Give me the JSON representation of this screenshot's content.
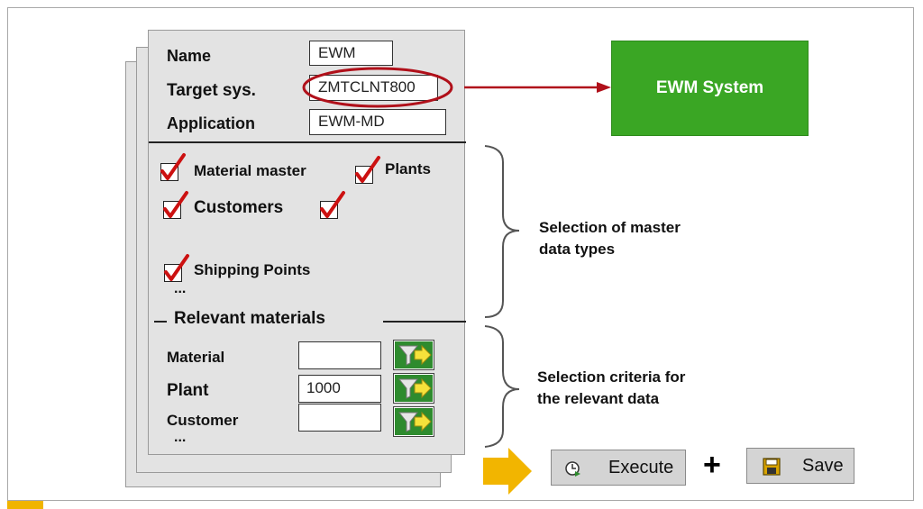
{
  "header": {
    "name_label": "Name",
    "name_value": "EWM",
    "target_label": "Target sys.",
    "target_value": "ZMTCLNT800",
    "application_label": "Application",
    "application_value": "EWM-MD"
  },
  "types": {
    "material_master": "Material master",
    "plants": "Plants",
    "customers": "Customers",
    "shipping_points": "Shipping Points",
    "more": "..."
  },
  "relevant": {
    "title": "Relevant materials",
    "material_label": "Material",
    "material_value": "",
    "plant_label": "Plant",
    "plant_value": "1000",
    "customer_label": "Customer",
    "customer_value": "",
    "more": "..."
  },
  "target_system": {
    "label": "EWM System",
    "color": "#3aa624"
  },
  "annotations": {
    "master_line1": "Selection of master",
    "master_line2": "data types",
    "criteria_line1": "Selection criteria for",
    "criteria_line2": "the relevant data"
  },
  "actions": {
    "execute_label": "Execute",
    "plus": "+",
    "save_label": "Save"
  },
  "colors": {
    "highlight_oval": "#b0101a",
    "arrow": "#b0101a",
    "checkmark": "#cc1111",
    "go_arrow": "#f2b500"
  },
  "icons": [
    "checkmark-icon",
    "filter-arrow-icon",
    "execute-clock-icon",
    "save-disk-icon",
    "arrow-right-icon"
  ]
}
